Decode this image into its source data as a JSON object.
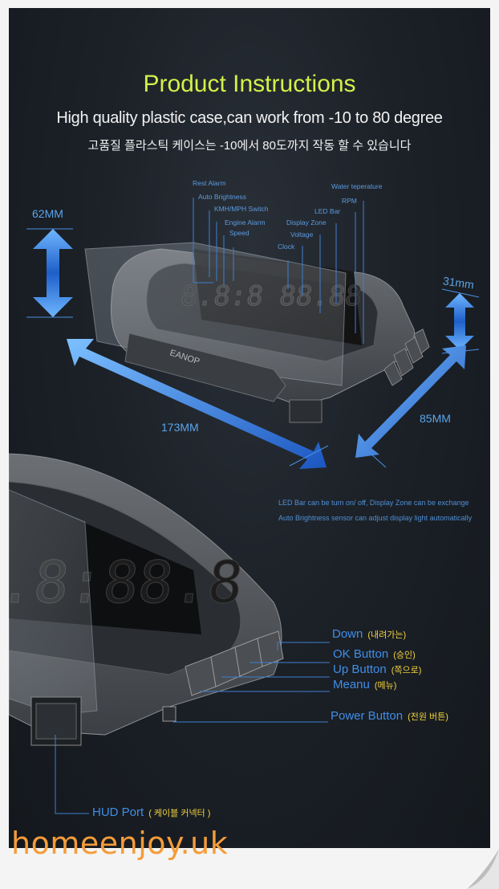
{
  "title": "Product Instructions",
  "subtitle_en": "High quality plastic case,can work from -10 to 80 degree",
  "subtitle_ko": "고품질 플라스틱 케이스는 -10에서 80도까지 작동 할 수 있습니다",
  "brand_on_device": "EANOP",
  "function_labels": {
    "rest_alarm": "Rest Alarm",
    "auto_brightness": "Auto Brightness",
    "kmh_mph_switch": "KMH/MPH Switch",
    "engine_alarm": "Engine Alarm",
    "speed": "Speed",
    "clock": "Clock",
    "display_zone": "Display Zone",
    "voltage": "Voltage",
    "led_bar": "LED Bar",
    "rpm": "RPM",
    "water_temperature": "Water teperature"
  },
  "dimensions": {
    "height": "62MM",
    "depth": "31mm",
    "length": "173MM",
    "width": "85MM"
  },
  "notes": [
    "LED Bar can be turn on/ off, Display Zone can be exchange",
    "Auto Brightness sensor can adjust display light automatically"
  ],
  "buttons": {
    "down": {
      "en": "Down",
      "ko": "(내려가는)"
    },
    "ok": {
      "en": "OK Button",
      "ko": "(승인)"
    },
    "up": {
      "en": "Up Button",
      "ko": "(쪽으로)"
    },
    "menu": {
      "en": "Meanu",
      "ko": "(메뉴)"
    },
    "power": {
      "en": "Power Button",
      "ko": "(전원 버튼)"
    },
    "hud_port": {
      "en": "HUD Port",
      "ko": "( 케이블 커넥터 )"
    }
  },
  "watermark": "homeenjoy.uk",
  "colors": {
    "title": "#d4f048",
    "label_blue": "#5a9be0",
    "korean_yellow": "#f2d23c",
    "watermark": "#f59c3a",
    "background": "#1c2128"
  }
}
